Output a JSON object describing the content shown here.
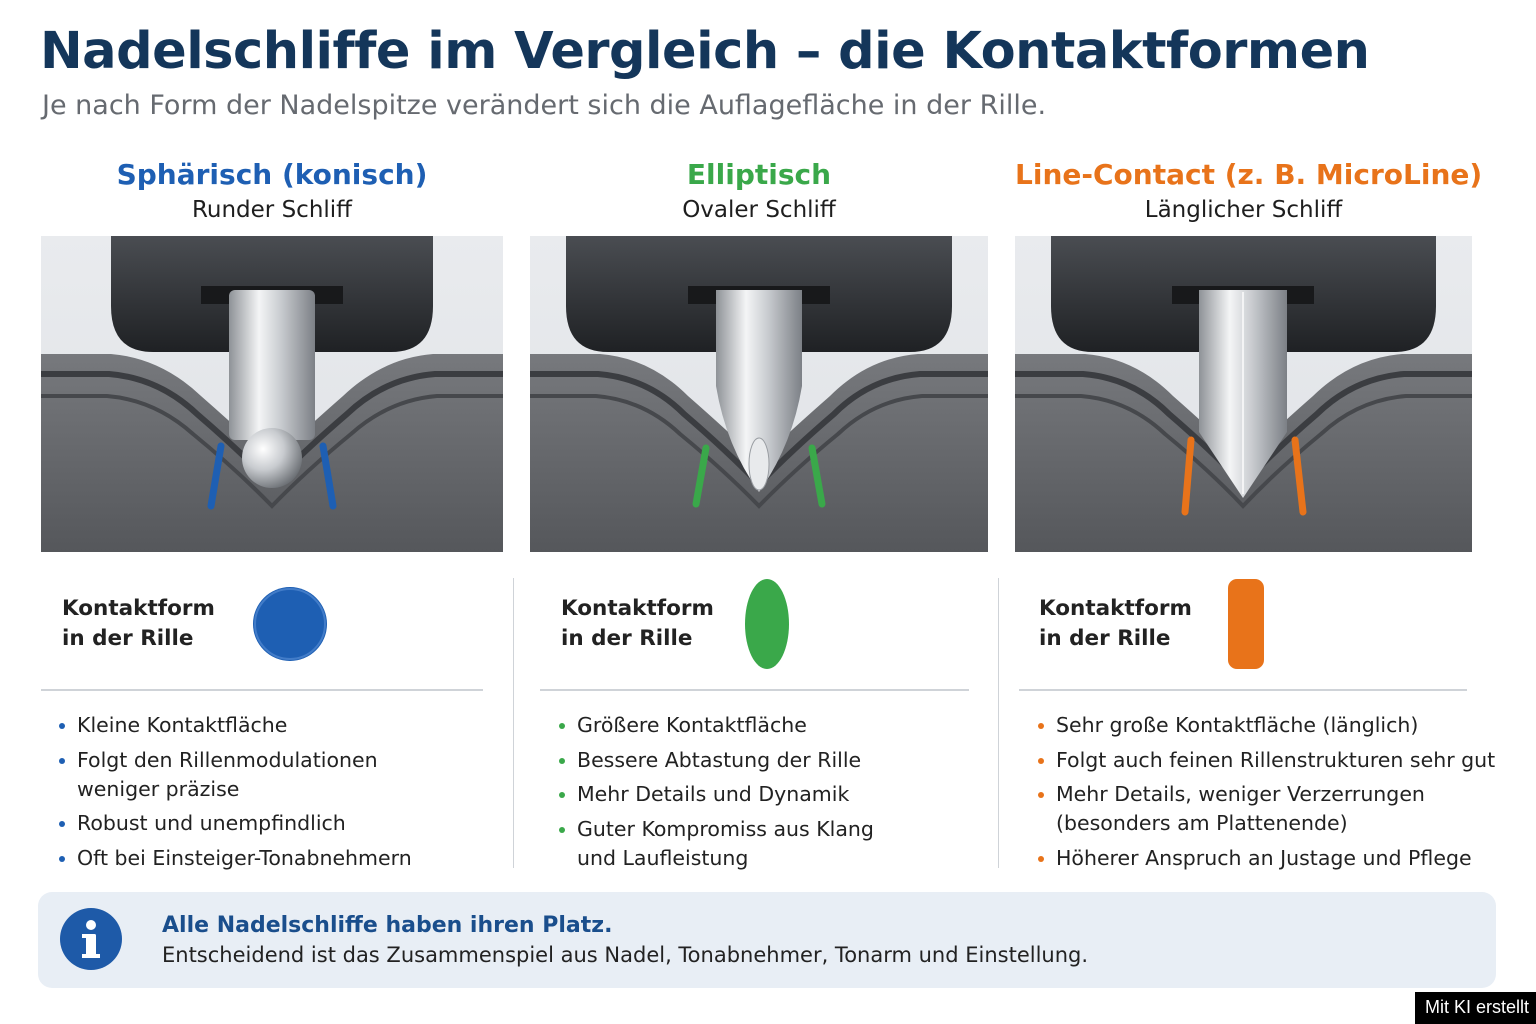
{
  "header": {
    "title": "Nadelschliffe im Vergleich – die Kontaktformen",
    "subtitle": "Je nach Form der Nadelspitze verändert sich die Auflagefläche in der Rille."
  },
  "columns": [
    {
      "name": "Sphärisch (konisch)",
      "sub": "Runder Schliff",
      "color": "#1e5fb3",
      "contact_label_1": "Kontaktform",
      "contact_label_2": "in der Rille",
      "shape": "circle",
      "bullets": [
        "Kleine Kontaktfläche",
        "Folgt den Rillenmodulationen weniger präzise",
        "Robust und unempfindlich",
        "Oft bei Einsteiger-Tonabnehmern"
      ]
    },
    {
      "name": "Elliptisch",
      "sub": "Ovaler Schliff",
      "color": "#3aa84a",
      "contact_label_1": "Kontaktform",
      "contact_label_2": "in der Rille",
      "shape": "ellipse",
      "bullets": [
        "Größere Kontaktfläche",
        "Bessere Abtastung der Rille",
        "Mehr Details und Dynamik",
        "Guter Kompromiss aus Klang und Laufleistung"
      ]
    },
    {
      "name": "Line-Contact (z. B. MicroLine)",
      "sub": "Länglicher Schliff",
      "color": "#e8731a",
      "contact_label_1": "Kontaktform",
      "contact_label_2": "in der Rille",
      "shape": "line",
      "bullets": [
        "Sehr große Kontaktfläche (länglich)",
        "Folgt auch feinen Rillenstrukturen sehr gut",
        "Mehr Details, weniger Verzerrungen (besonders am Plattenende)",
        "Höherer Anspruch an Justage und Pflege"
      ]
    }
  ],
  "info": {
    "icon": "info-icon",
    "title": "Alle Nadelschliffe haben ihren Platz.",
    "text": "Entscheidend ist das Zusammenspiel aus Nadel, Tonabnehmer, Tonarm und Einstellung."
  },
  "badge": "Mit KI erstellt"
}
